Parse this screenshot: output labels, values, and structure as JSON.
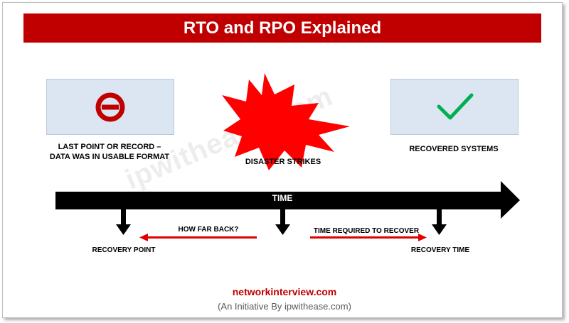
{
  "title": "RTO and RPO Explained",
  "left_caption_line1": "LAST POINT OR RECORD  –",
  "left_caption_line2": "DATA WAS IN USABLE FORMAT",
  "center_caption": "DISASTER STRIKES",
  "right_caption": "RECOVERED  SYSTEMS",
  "timeline_label": "TIME",
  "recovery_point": "RECOVERY POINT",
  "how_far_back": "HOW FAR BACK?",
  "time_required": "TIME REQUIRED TO RECOVER",
  "recovery_time": "RECOVERY TIME",
  "watermark": "ipwithease.com",
  "footer_site": "networkinterview.com",
  "footer_initiative": "(An Initiative By ipwithease.com)",
  "colors": {
    "title_bg": "#c00000",
    "panel_bg": "#dce6f2",
    "prohibited": "#c00000",
    "check": "#00b050",
    "starburst": "#ff0000",
    "arrow_red": "#e00000",
    "timeline": "#000000"
  },
  "icons": {
    "left": "prohibited-icon",
    "center": "starburst-icon",
    "right": "checkmark-icon"
  }
}
